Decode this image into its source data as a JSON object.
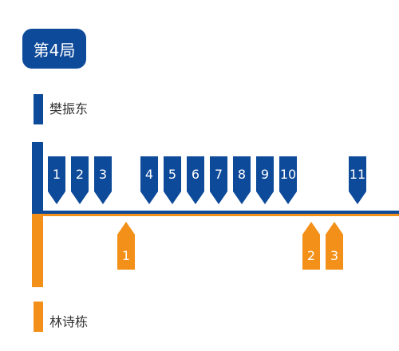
{
  "game": {
    "label": "第4局"
  },
  "colors": {
    "top": "#0d4a9a",
    "bottom": "#f39019"
  },
  "chart_data": {
    "type": "scatter",
    "title": "",
    "series": [
      {
        "name": "樊振东",
        "position": "top",
        "color": "#0d4a9a",
        "points": [
          1,
          2,
          3,
          5,
          6,
          7,
          8,
          9,
          10,
          11,
          14
        ],
        "labels": [
          "1",
          "2",
          "3",
          "4",
          "5",
          "6",
          "7",
          "8",
          "9",
          "10",
          "11"
        ]
      },
      {
        "name": "林诗栋",
        "position": "bottom",
        "color": "#f39019",
        "points": [
          4,
          12,
          13
        ],
        "labels": [
          "1",
          "2",
          "3"
        ]
      }
    ]
  }
}
